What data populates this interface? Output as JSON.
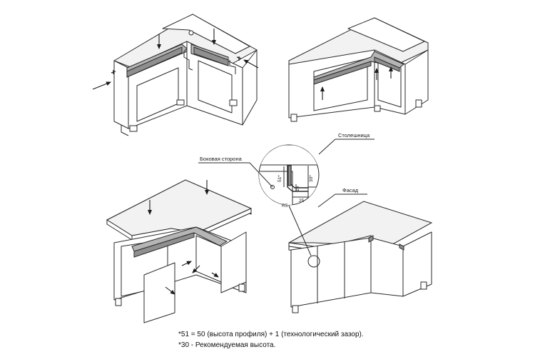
{
  "labels": {
    "countertop": "Столешница",
    "side": "Боковая сторона",
    "facade": "Фасад"
  },
  "dimensions": {
    "d51": "51*",
    "d15": "15",
    "d30": "30*",
    "d25": "25",
    "r5": "R5"
  },
  "notes": [
    "*51 = 50 (высота профиля) + 1 (технологический зазор).",
    "*30 - Рекомендуемая высота."
  ]
}
